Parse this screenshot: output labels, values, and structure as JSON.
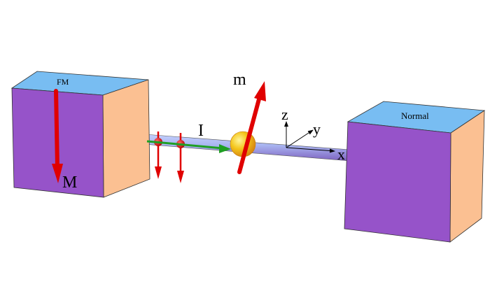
{
  "labels": {
    "fm_block": "FM",
    "normal_block": "Normal",
    "magnetization": "M",
    "moment": "m",
    "current": "I",
    "axis_x": "x",
    "axis_y": "y",
    "axis_z": "z"
  },
  "colors": {
    "block_front": "#9653C9",
    "block_top": "#78BDF2",
    "block_side": "#FBC092",
    "arrow": "#E00000",
    "current_arrow": "#1FA024",
    "wire_top": "#B9C3FA",
    "wire_bottom": "#8E74C8",
    "sphere": "#F2C21A"
  },
  "icons": {
    "fm_magnetization_arrow": "arrow-down-icon",
    "moment_arrow": "arrow-up-right-icon",
    "spin_arrows": "arrow-down-icon",
    "current_arrow": "arrow-right-icon",
    "axes": "coordinate-axes-icon"
  }
}
